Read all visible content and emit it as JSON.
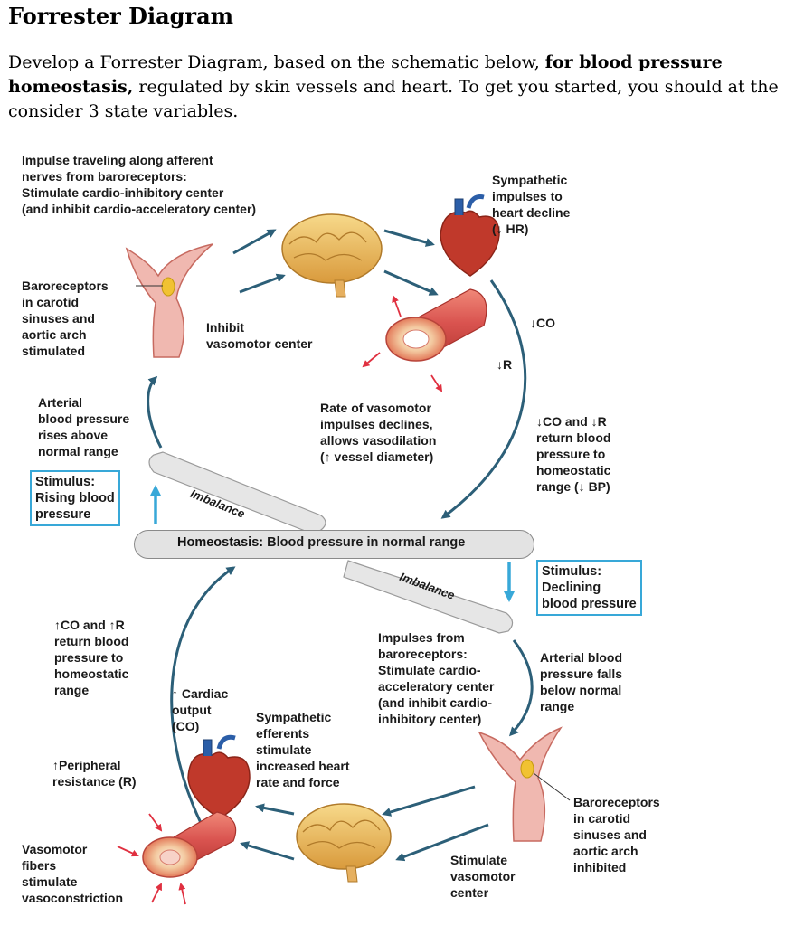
{
  "doc": {
    "title": "Forrester Diagram",
    "intro_part1": "Develop a Forrester Diagram, based on the schematic below, ",
    "intro_bold": "for blood pressure homeostasis,",
    "intro_part2": " regulated by skin vessels and heart. To get you started, you should at the consider 3 state variables."
  },
  "labels": {
    "impulse_afferent": [
      "Impulse traveling along afferent",
      "nerves from baroreceptors:",
      "Stimulate cardio-inhibitory center",
      "(and inhibit cardio-acceleratory center)"
    ],
    "symp_decline": [
      "Sympathetic",
      "impulses to",
      "heart decline",
      "(↓ HR)"
    ],
    "baro_stimulated": [
      "Baroreceptors",
      "in carotid",
      "sinuses and",
      "aortic arch",
      "stimulated"
    ],
    "inhibit_vasomotor": [
      "Inhibit",
      "vasomotor center"
    ],
    "dec_co": "↓CO",
    "dec_r": "↓R",
    "arterial_rises": [
      "Arterial",
      "blood pressure",
      "rises above",
      "normal range"
    ],
    "rate_vasomotor": [
      "Rate of vasomotor",
      "impulses declines,",
      "allows vasodilation",
      "(↑ vessel diameter)"
    ],
    "co_r_return_low": [
      "↓CO and ↓R",
      "return blood",
      "pressure to",
      "homeostatic",
      "range (↓ BP)"
    ],
    "stimulus_rising": [
      "Stimulus:",
      "Rising blood",
      "pressure"
    ],
    "imbalance_upper": "Imbalance",
    "homeostasis_bold": "Homeostasis:",
    "homeostasis_rest": " Blood pressure in normal range",
    "imbalance_lower": "Imbalance",
    "stimulus_declining": [
      "Stimulus:",
      "Declining",
      "blood pressure"
    ],
    "co_r_return_high": [
      "↑CO and ↑R",
      "return blood",
      "pressure to",
      "homeostatic",
      "range"
    ],
    "impulses_from_baro": [
      "Impulses from",
      "baroreceptors:",
      "Stimulate cardio-",
      "acceleratory center",
      "(and inhibit cardio-",
      "inhibitory center)"
    ],
    "arterial_falls": [
      "Arterial blood",
      "pressure falls",
      "below normal",
      "range"
    ],
    "cardiac_output": [
      "↑ Cardiac",
      "output",
      "(CO)"
    ],
    "symp_efferents": [
      "Sympathetic",
      "efferents",
      "stimulate",
      "increased heart",
      "rate and force"
    ],
    "peripheral_resistance": [
      "↑Peripheral",
      "resistance (R)"
    ],
    "baro_inhibited": [
      "Baroreceptors",
      "in carotid",
      "sinuses and",
      "aortic arch",
      "inhibited"
    ],
    "vasomotor_fibers": [
      "Vasomotor",
      "fibers",
      "stimulate",
      "vasoconstriction"
    ],
    "stimulate_vasomotor": [
      "Stimulate",
      "vasomotor",
      "center"
    ]
  },
  "colors": {
    "arrow": "#2c5f78",
    "stimulus_border": "#38a8d8",
    "red_arrow": "#e03040",
    "vessel_outer": "#d9534f",
    "heart": "#c0392b",
    "brain": "#e8b85a"
  },
  "icons": [
    "brain-icon",
    "heart-icon",
    "blood-vessel-icon",
    "carotid-artery-icon"
  ]
}
